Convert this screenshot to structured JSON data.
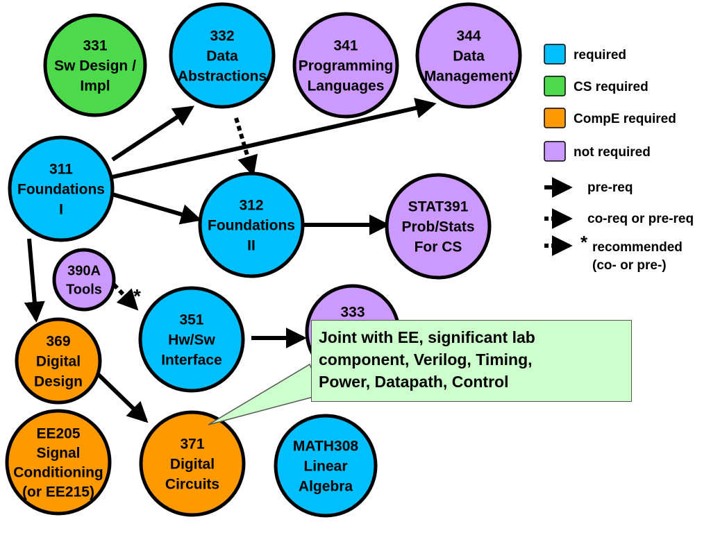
{
  "colors": {
    "required": "#00bfff",
    "cs_required": "#4cd94c",
    "compe_required": "#ff9900",
    "not_required": "#cc99ff",
    "callout_bg": "#ccffcc"
  },
  "nodes": {
    "n331": {
      "lines": [
        "331",
        "Sw Design /",
        "Impl"
      ],
      "category": "cs_required"
    },
    "n332": {
      "lines": [
        "332",
        "Data",
        "Abstractions"
      ],
      "category": "required"
    },
    "n341": {
      "lines": [
        "341",
        "Programming",
        "Languages"
      ],
      "category": "not_required"
    },
    "n344": {
      "lines": [
        "344",
        "Data",
        "Management"
      ],
      "category": "not_required"
    },
    "n311": {
      "lines": [
        "311",
        "Foundations",
        "I"
      ],
      "category": "required"
    },
    "n312": {
      "lines": [
        "312",
        "Foundations",
        "II"
      ],
      "category": "required"
    },
    "nstat391": {
      "lines": [
        "STAT391",
        "Prob/Stats",
        "For CS"
      ],
      "category": "not_required"
    },
    "n390a": {
      "lines": [
        "390A",
        "Tools"
      ],
      "category": "not_required"
    },
    "n351": {
      "lines": [
        "351",
        "Hw/Sw",
        "Interface"
      ],
      "category": "required"
    },
    "n333": {
      "lines": [
        "333",
        "",
        ""
      ],
      "category": "not_required"
    },
    "n369": {
      "lines": [
        "369",
        "Digital",
        "Design"
      ],
      "category": "compe_required"
    },
    "nee205": {
      "lines": [
        "EE205",
        "Signal",
        "Conditioning",
        "(or EE215)"
      ],
      "category": "compe_required"
    },
    "n371": {
      "lines": [
        "371",
        "Digital",
        "Circuits"
      ],
      "category": "compe_required"
    },
    "nmath308": {
      "lines": [
        "MATH308",
        "Linear",
        "Algebra"
      ],
      "category": "required"
    }
  },
  "edges": [
    {
      "from": "n311",
      "to": "n332",
      "kind": "pre-req"
    },
    {
      "from": "n311",
      "to": "n344",
      "kind": "pre-req"
    },
    {
      "from": "n311",
      "to": "n312",
      "kind": "pre-req"
    },
    {
      "from": "n311",
      "to": "n369",
      "kind": "pre-req"
    },
    {
      "from": "n332",
      "to": "n312",
      "kind": "co-req"
    },
    {
      "from": "n312",
      "to": "nstat391",
      "kind": "pre-req"
    },
    {
      "from": "n390a",
      "to": "n351",
      "kind": "recommended"
    },
    {
      "from": "n351",
      "to": "n333",
      "kind": "pre-req"
    },
    {
      "from": "n369",
      "to": "n371",
      "kind": "pre-req"
    }
  ],
  "legend": {
    "colors": [
      {
        "label": "required",
        "category": "required"
      },
      {
        "label": "CS required",
        "category": "cs_required"
      },
      {
        "label": "CompE required",
        "category": "compe_required"
      },
      {
        "label": "not required",
        "category": "not_required"
      }
    ],
    "arrows": {
      "prereq": "pre-req",
      "coreq": "co-req or pre-req",
      "recommended_line1": "recommended",
      "recommended_line2": "(co- or pre-)",
      "star": "*"
    }
  },
  "star_marker": "*",
  "callout": {
    "lines": [
      "Joint with EE, significant lab",
      "component, Verilog, Timing,",
      "Power, Datapath, Control"
    ]
  }
}
